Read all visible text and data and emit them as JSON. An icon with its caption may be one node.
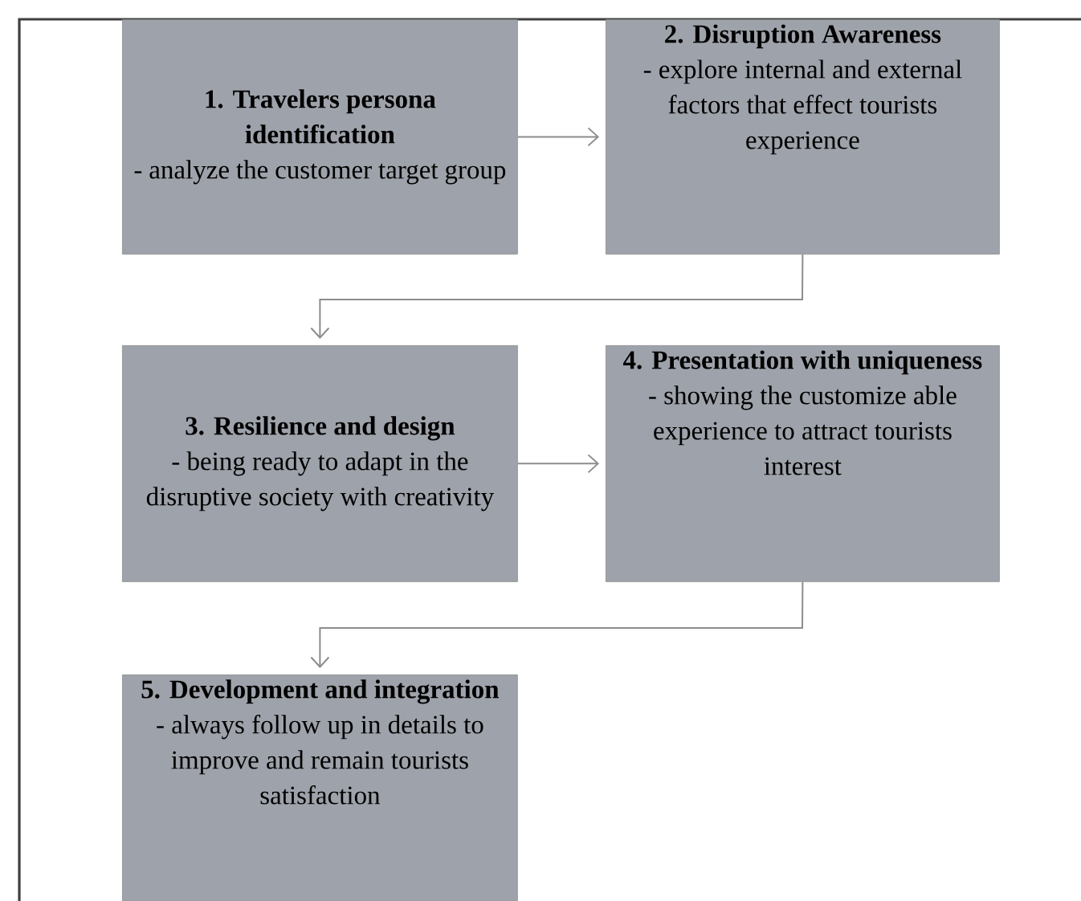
{
  "diagram": {
    "nodes": [
      {
        "text": [
          "1. Travelers persona identification",
          "- analyze the customer target group"
        ]
      },
      {
        "text": [
          "2. Disruption Awareness",
          "- explore internal and external factors that effect tourists experience"
        ]
      },
      {
        "text": [
          "3. Resilience and design",
          "- being ready to adapt in the disruptive society with creativity"
        ]
      },
      {
        "text": [
          "4. Presentation with uniqueness",
          "- showing the customize able experience to attract tourists interest"
        ]
      },
      {
        "text": [
          "5. Development and integration",
          "- always follow up in details to improve and remain tourists satisfaction"
        ]
      }
    ],
    "edges": [
      {
        "from": 0,
        "to": 1,
        "arrow": "to"
      },
      {
        "from": 1,
        "to": 2,
        "arrow": "to"
      },
      {
        "from": 2,
        "to": 3,
        "arrow": "to"
      },
      {
        "from": 3,
        "to": 4,
        "arrow": "to"
      }
    ]
  }
}
